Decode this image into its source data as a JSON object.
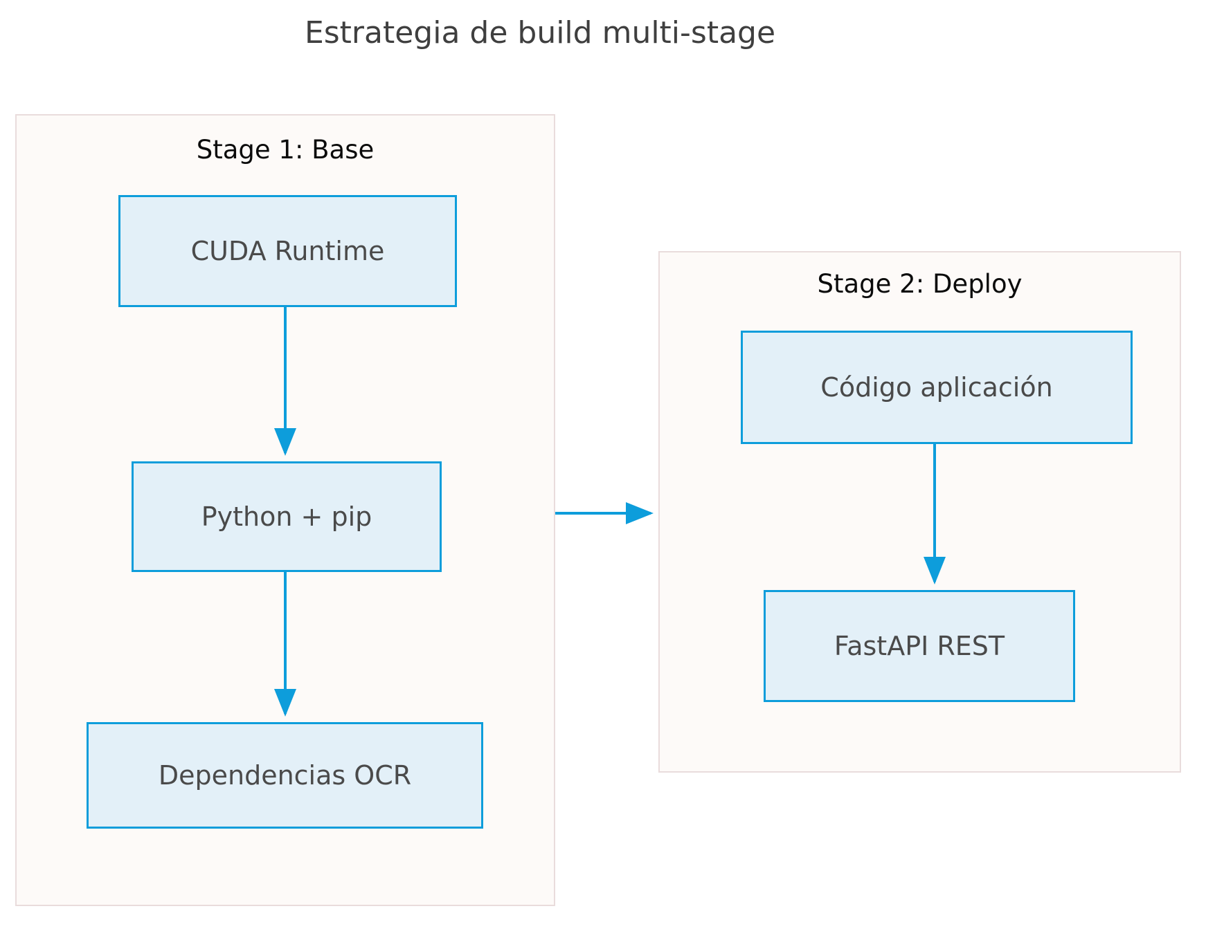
{
  "title": "Estrategia de build multi-stage",
  "colors": {
    "node_fill": "#e3f0f8",
    "node_border": "#0d9ddb",
    "edge": "#0d9ddb",
    "cluster_fill": "#fdfaf8",
    "cluster_border": "#e9dcdc",
    "title_text": "#3f3f3f",
    "node_text": "#4a4a4a",
    "cluster_text": "#0b0b0b",
    "page_background": "#ffffff"
  },
  "stages": [
    {
      "id": "stage-1",
      "label": "Stage 1: Base",
      "nodes": [
        {
          "id": "cuda-runtime",
          "label": "CUDA Runtime"
        },
        {
          "id": "python-pip",
          "label": "Python + pip"
        },
        {
          "id": "dependencias-ocr",
          "label": "Dependencias OCR"
        }
      ]
    },
    {
      "id": "stage-2",
      "label": "Stage 2: Deploy",
      "nodes": [
        {
          "id": "codigo-aplicacion",
          "label": "Código aplicación"
        },
        {
          "id": "fastapi-rest",
          "label": "FastAPI REST"
        }
      ]
    }
  ],
  "edges": [
    {
      "id": "edge-cuda-to-python",
      "from": "cuda-runtime",
      "to": "python-pip",
      "direction": "down",
      "label": ""
    },
    {
      "id": "edge-python-to-ocr",
      "from": "python-pip",
      "to": "dependencias-ocr",
      "direction": "down",
      "label": ""
    },
    {
      "id": "edge-stage1-to-stage2",
      "from": "stage-1",
      "to": "stage-2",
      "direction": "right",
      "label": ""
    },
    {
      "id": "edge-codigo-to-fastapi",
      "from": "codigo-aplicacion",
      "to": "fastapi-rest",
      "direction": "down",
      "label": ""
    }
  ]
}
